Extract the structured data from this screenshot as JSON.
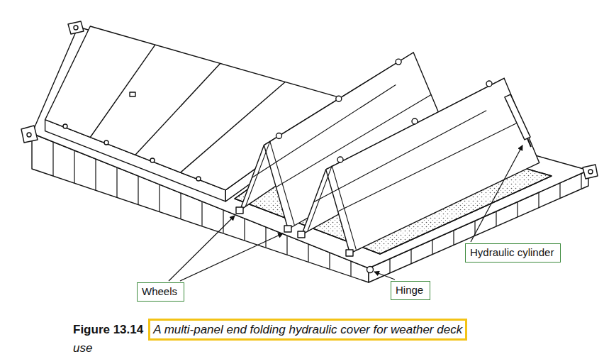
{
  "diagram": {
    "caption": "A multi-panel end folding hydraulic cover for weather deck use",
    "nodes": [
      {
        "text": [
          "Hydraulic cylinder"
        ]
      },
      {
        "text": [
          "Wheels"
        ]
      },
      {
        "text": [
          "Hinge"
        ]
      }
    ],
    "labels": [
      "Figure 13.14"
    ]
  }
}
